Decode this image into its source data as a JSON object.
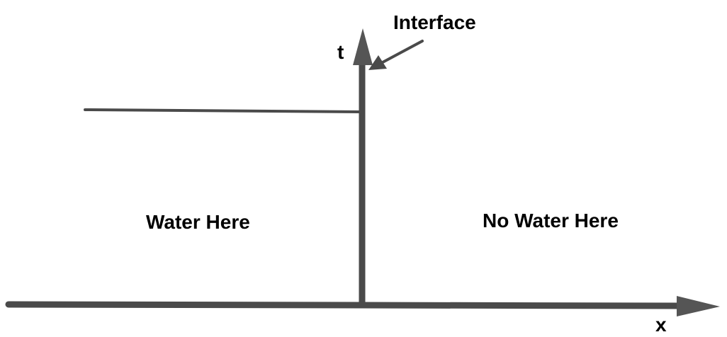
{
  "diagram": {
    "labels": {
      "t_axis": "t",
      "x_axis": "x",
      "interface": "Interface",
      "left_region": "Water Here",
      "right_region": "No Water Here"
    },
    "colors": {
      "line": "#4a4a4a",
      "arrow": "#555555",
      "text": "#000000",
      "background": "#ffffff"
    }
  }
}
